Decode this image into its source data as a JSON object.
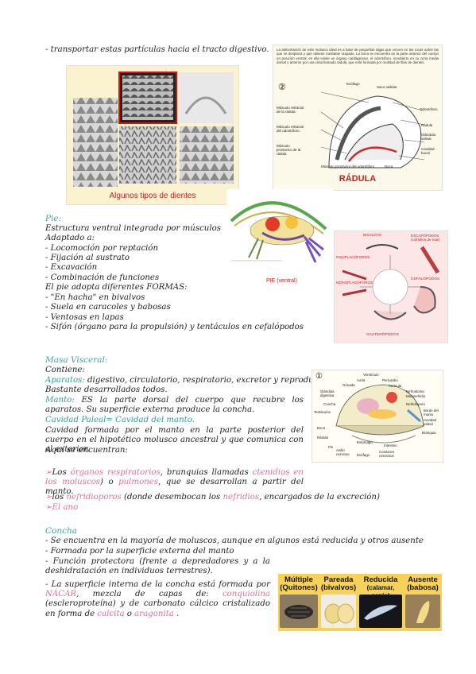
{
  "intro_line": "- transportar estas partículas hacia el tracto digestivo.",
  "teeth_figure": {
    "caption": "Algunos tipos de dientes"
  },
  "radula_figure": {
    "text": "La alimentación de este molusco ideal es a base de pequeñas algas que crecen en las rocas sobre las que se desplaza y que obtiene mediante raspado. La boca se encuentra en la parte anterior del cuerpo en posición ventral; en ella existe un órgano cartilaginoso, el odontóforo, recubierto en su zona media dorsal y anterior por una cinta llamada rádula, que está formada por multitud de filas de dientes.",
    "number": "②",
    "labels": [
      "Esófago",
      "Saco radular",
      "Odontóforo",
      "Músculo retractor de la rádula",
      "Rádula",
      "Músculo retractor del odontóforo",
      "Glándula salivar",
      "Músculo protractor de la rádula",
      "Cavidad bucal",
      "Músculo protractor del odontóforo",
      "Boca"
    ],
    "title": "RÁDULA"
  },
  "pie": {
    "heading": "Pie:",
    "lines": [
      "Estructura ventral integrada por músculos",
      "Adaptado a:",
      "- Locomoción por reptación",
      "- Fijación al sustrato",
      "- Excavación",
      "- Combinación de funciones",
      "El pie adopta diferentes FORMAS:",
      "- \"En hacha\" en bivalvos",
      "- Suela en caracoles y babosas",
      "- Ventosas en lapas",
      "- Sifón (órgano para la propulsión) y tentáculos en cefalópodos"
    ],
    "figure_caption": "PIE (ventral)",
    "classes_figure": {
      "labels": [
        "BIVALVOS",
        "ESCAFÓPODOS (colmillos de mar)",
        "POLIPLACÓFOROS",
        "MONOPLACÓFOROS",
        "CEFALÓPODOS",
        "GASTERÓPODOS"
      ]
    }
  },
  "masa": {
    "heading": "Masa Visceral:",
    "contiene": "Contiene:",
    "aparatos_label": "Aparatos:",
    "aparatos_text": " digestivo, circulatorio, respiratorio, excretor y reproductor.",
    "bastante": "Bastante desarrollados todos.",
    "manto_label": "Manto:",
    "manto_text": " ES la parte dorsal del cuerpo que recubre los aparatos. Su superficie externa produce la concha.",
    "cavidad_heading": "Cavidad Paleal= Cavidad del manto.",
    "cavidad_text": "Cavidad formada por el manto en la parte posterior del cuerpo en el hipotético molusco ancestral y que comunica con el exterior.",
    "aqui": "Aquí se encuentran:",
    "item1_a": "Los ",
    "item1_b": "órganos respiratorios",
    "item1_c": ", branquias llamadas ",
    "item1_d": "ctenidios en los moluscos",
    "item1_e": ") o ",
    "item1_f": "pulmones",
    "item1_g": ", que se desarrollan a partir del manto.",
    "item2_a": "los ",
    "item2_b": "nefridioporos",
    "item2_c": " (donde desembocan los ",
    "item2_d": "nefridios",
    "item2_e": ", encargados de la excreción)",
    "item3": "El ano",
    "figure": {
      "number": "①",
      "labels": [
        "Ventrículo",
        "Aorta",
        "Pericardio",
        "Gónada",
        "Aurícula",
        "Glándula digestiva",
        "Nefrostoma",
        "Metanefridio",
        "Concha",
        "Nefridioporo",
        "Tentáculos",
        "Borde del manto",
        "Cavidad paleal",
        "Boca",
        "Branquia",
        "Rádula",
        "Estómago",
        "Pie",
        "Anillo nervioso",
        "Esófago",
        "Intestino",
        "Cordones nerviosos"
      ]
    }
  },
  "concha": {
    "heading": "Concha",
    "line1": "- Se encuentra en la mayoría de moluscos, aunque en algunos está reducida y otros ausente",
    "line2": "- Formada por la superficie externa del manto",
    "line3": "- Función protectora (frente a depredadores y a la deshidratación en individuos terrestres).",
    "line4_a": "- La superficie interna de la concha está formada por ",
    "line4_b": "NÁCAR",
    "line4_c": ", mezcla de capas de: ",
    "line4_d": "conquiolina",
    "line4_e": " (escleroproteína) y de carbonato cálcico cristalizado en forma de ",
    "line4_f": "calcita",
    "line4_g": " o ",
    "line4_h": "aragonita",
    "line4_i": " .",
    "table": [
      {
        "title": "Múltiple",
        "sub": "(Quitones)"
      },
      {
        "title": "Pareada",
        "sub": "(bivalvos)"
      },
      {
        "title": "Reducida",
        "sub": "(calamar, sepia)"
      },
      {
        "title": "Ausente",
        "sub": "(babosa)"
      }
    ]
  }
}
